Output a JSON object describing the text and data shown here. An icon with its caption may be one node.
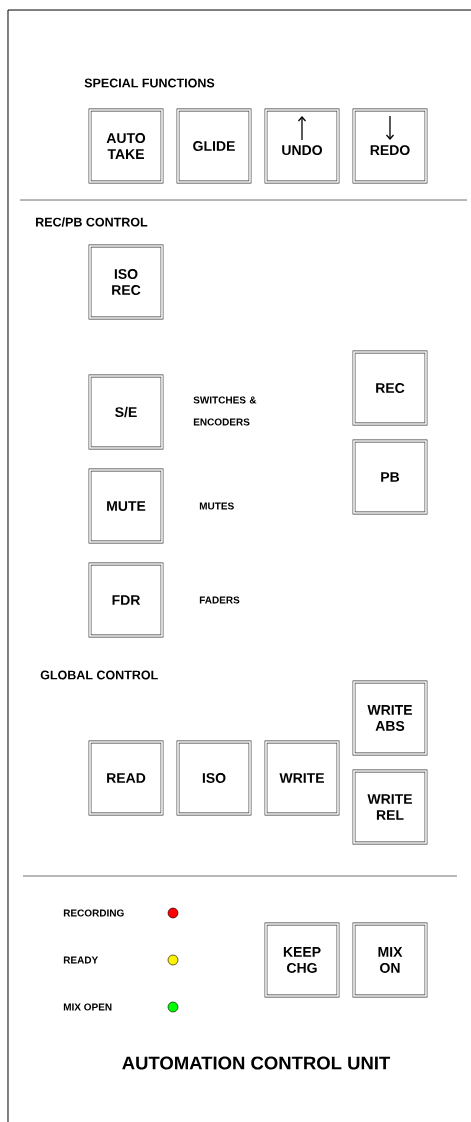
{
  "diagram": {
    "caption": "AUTOMATION CONTROL UNIT",
    "nodes": [
      {
        "text": [
          "AUTO TAKE"
        ]
      },
      {
        "text": [
          "GLIDE"
        ]
      },
      {
        "text": [
          "UNDO"
        ]
      },
      {
        "text": [
          "REDO"
        ]
      },
      {
        "text": [
          "ISO REC"
        ]
      },
      {
        "text": [
          "S/E"
        ]
      },
      {
        "text": [
          "REC"
        ]
      },
      {
        "text": [
          "PB"
        ]
      },
      {
        "text": [
          "MUTE"
        ]
      },
      {
        "text": [
          "FDR"
        ]
      },
      {
        "text": [
          "WRITE ABS"
        ]
      },
      {
        "text": [
          "READ"
        ]
      },
      {
        "text": [
          "ISO"
        ]
      },
      {
        "text": [
          "WRITE"
        ]
      },
      {
        "text": [
          "WRITE REL"
        ]
      },
      {
        "text": [
          "KEEP CHG"
        ]
      },
      {
        "text": [
          "MIX ON"
        ]
      }
    ],
    "labels": [
      "SPECIAL FUNCTIONS",
      "REC/PB CONTROL",
      "SWITCHES & ENCODERS",
      "MUTES",
      "FADERS",
      "GLOBAL CONTROL",
      "RECORDING",
      "READY",
      "MIX OPEN"
    ]
  }
}
